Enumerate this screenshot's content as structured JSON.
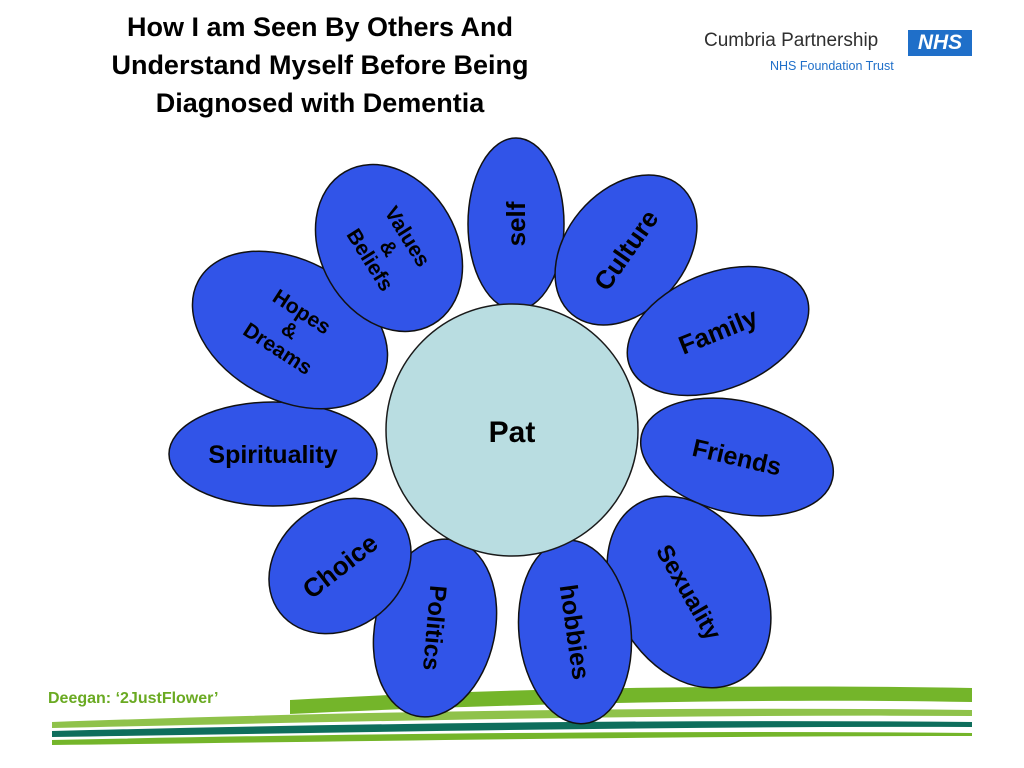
{
  "title": [
    "How I am Seen By Others And",
    "Understand Myself Before Being",
    "Diagnosed with Dementia"
  ],
  "logo": {
    "org_name": "Cumbria Partnership",
    "badge": "NHS",
    "subtitle": "NHS Foundation Trust",
    "badge_color": "#1f6fc9"
  },
  "center": {
    "label": "Pat",
    "fill": "#b9dde1"
  },
  "petal_fill": "#3154e8",
  "petals": [
    {
      "lines": [
        "self"
      ]
    },
    {
      "lines": [
        "Culture"
      ]
    },
    {
      "lines": [
        "Family"
      ]
    },
    {
      "lines": [
        "Friends"
      ]
    },
    {
      "lines": [
        "Sexuality"
      ]
    },
    {
      "lines": [
        "hobbies"
      ]
    },
    {
      "lines": [
        "Politics"
      ]
    },
    {
      "lines": [
        "Choice"
      ]
    },
    {
      "lines": [
        "Spirituality"
      ]
    },
    {
      "lines": [
        "Hopes",
        "&",
        "Dreams"
      ]
    },
    {
      "lines": [
        "Values",
        "&",
        "Beliefs"
      ]
    }
  ],
  "source": "Deegan: ‘2JustFlower’",
  "colors": {
    "stripe_green": "#74b52a",
    "stripe_teal": "#0e6e5c",
    "source_text": "#6aaa22"
  }
}
